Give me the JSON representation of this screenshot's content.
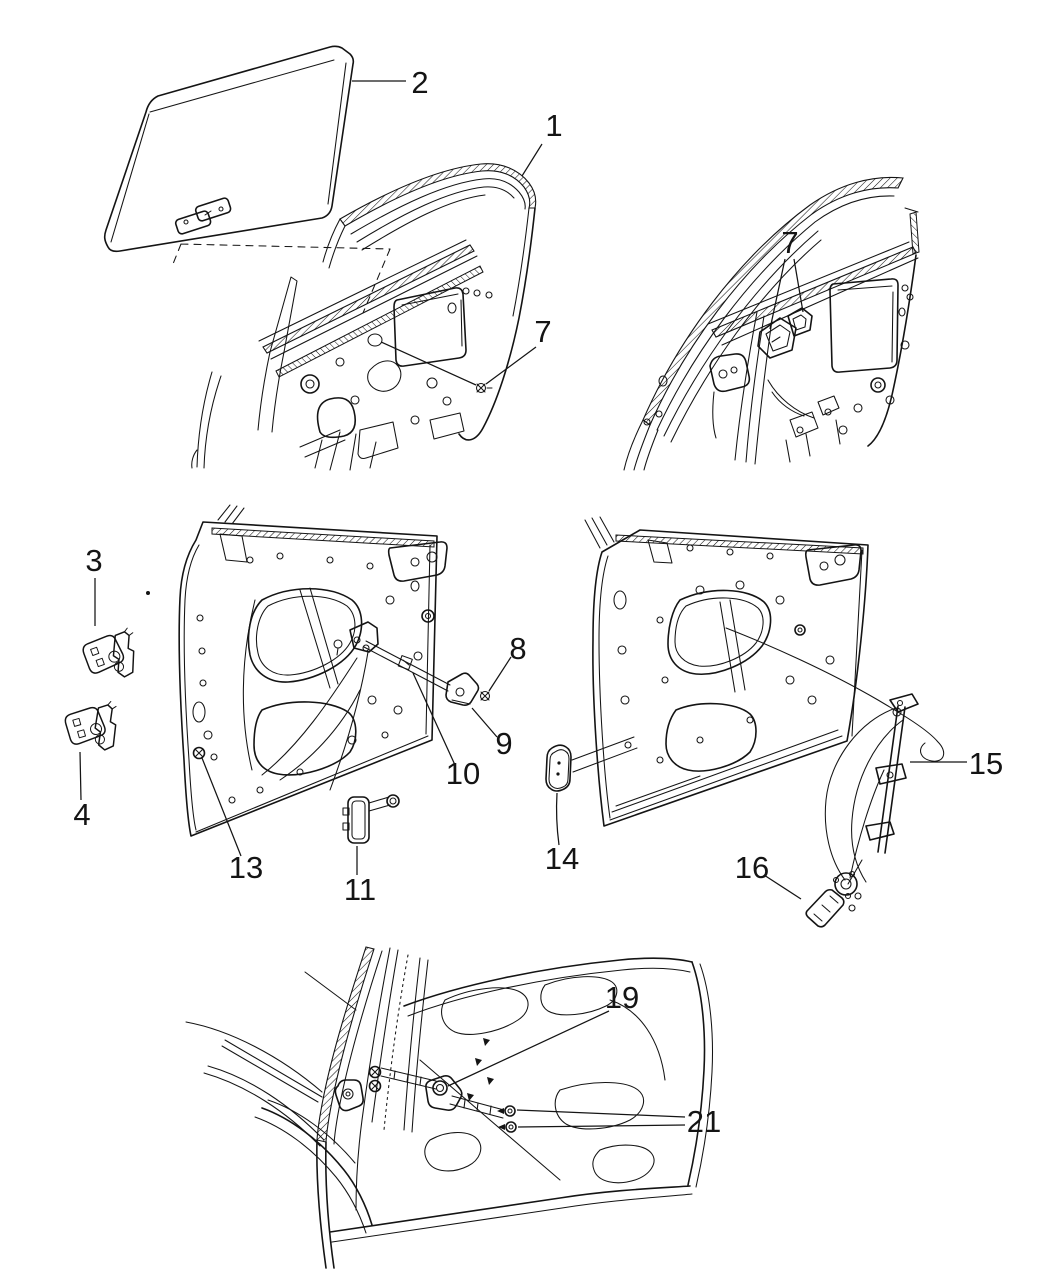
{
  "figure": {
    "type": "exploded-parts-diagram",
    "subject": "Rear door - glass, frame, hinges, window regulator and fasteners",
    "background": "#ffffff",
    "ink_color": "#141414",
    "label_color": "#141414",
    "views": [
      {
        "id": "top-left",
        "description": "Door frame with glass removed"
      },
      {
        "id": "top-right",
        "description": "Door frame fastener locations"
      },
      {
        "id": "middle-left",
        "description": "Door shell with hinges, check strap and latch hardware"
      },
      {
        "id": "middle-right",
        "description": "Door shell with plug, window regulator and motor"
      },
      {
        "id": "bottom",
        "description": "Quarter panel striker and fastener locations"
      }
    ]
  },
  "callouts": [
    {
      "id": "frame",
      "label": "1"
    },
    {
      "id": "glass",
      "label": "2"
    },
    {
      "id": "upper-hinge",
      "label": "3"
    },
    {
      "id": "lower-hinge",
      "label": "4"
    },
    {
      "id": "frame-fastener-a",
      "label": "7"
    },
    {
      "id": "frame-fastener-b",
      "label": "7"
    },
    {
      "id": "screw",
      "label": "8"
    },
    {
      "id": "striker",
      "label": "9"
    },
    {
      "id": "clip",
      "label": "10"
    },
    {
      "id": "door-check",
      "label": "11"
    },
    {
      "id": "bolt",
      "label": "13"
    },
    {
      "id": "plug",
      "label": "14"
    },
    {
      "id": "regulator",
      "label": "15"
    },
    {
      "id": "motor",
      "label": "16"
    },
    {
      "id": "pillar-bracket",
      "label": "19"
    },
    {
      "id": "quarter-screws",
      "label": "21"
    }
  ]
}
